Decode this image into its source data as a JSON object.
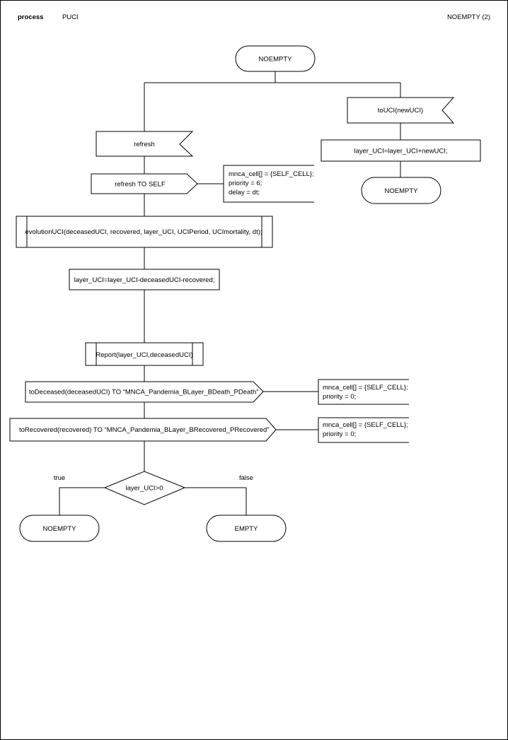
{
  "header": {
    "keyword": "process",
    "process_name": "PUCI",
    "page_label": "NOEMPTY (2)"
  },
  "states": {
    "start": "NOEMPTY",
    "right_next": "NOEMPTY",
    "true_next": "NOEMPTY",
    "false_next": "EMPTY"
  },
  "inputs": {
    "refresh": "refresh",
    "to_uci": "toUCI(newUCI)"
  },
  "tasks": {
    "add_new": "layer_UCI=layer_UCI+newUCI;",
    "subtract": "layer_UCI=layer_UCI-deceasedUCI-recovered;"
  },
  "procedures": {
    "evolution": "evolutionUCI(deceasedUCI, recovered, layer_UCI, UCIPeriod, UCImortality, dt);",
    "report": "Report(layer_UCI,deceasedUCI)"
  },
  "outputs": {
    "refresh_self": "refresh TO SELF",
    "to_deceased": "toDeceased(deceasedUCI) TO “MNCA_Pandemia_BLayer_BDeath_PDeath”",
    "to_recovered": "toRecovered(recovered) TO “MNCA_Pandemia_BLayer_BRecovered_PRecovered”"
  },
  "comments": {
    "refresh": [
      "mnca_cell[] = {SELF_CELL};",
      "priority = 6;",
      "delay = dt;"
    ],
    "deceased": [
      "mnca_cell[] = {SELF_CELL};",
      "priority = 0;"
    ],
    "recovered": [
      "mnca_cell[] = {SELF_CELL};",
      "priority = 0;"
    ]
  },
  "decision": {
    "condition": "layer_UCI>0",
    "true_label": "true",
    "false_label": "false"
  }
}
